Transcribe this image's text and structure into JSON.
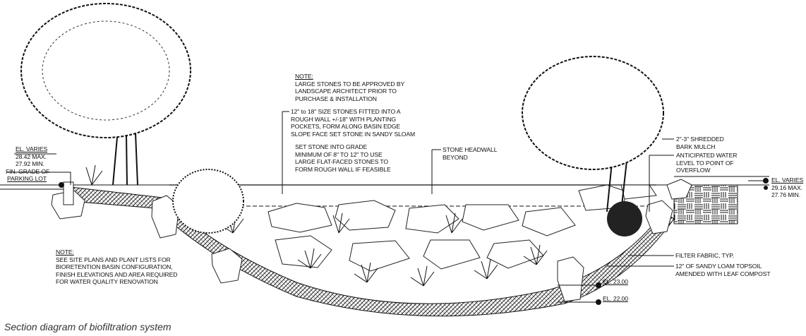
{
  "left_elevation": {
    "el": "EL. VARIES",
    "max": "28.42 MAX.",
    "min": "27.92 MIN.",
    "grade_1": "FIN. GRADE OF",
    "grade_2": "PARKING LOT"
  },
  "note_top": {
    "title": "NOTE:",
    "lines": [
      "LARGE STONES TO BE APPROVED BY",
      "LANDSCAPE ARCHITECT PRIOR TO",
      "PURCHASE & INSTALLATION"
    ]
  },
  "stones_note": {
    "lines": [
      "12\" to 18\" SIZE STONES FITTED INTO A",
      "ROUGH WALL +/-18\" WITH PLANTING",
      "POCKETS, FORM ALONG BASIN EDGE",
      "SLOPE FACE SET STONE IN SANDY SLOAM"
    ]
  },
  "grade_note": {
    "lines": [
      "SET STONE INTO GRADE",
      "MINIMUM OF 8\" TO 12\" TO USE",
      "LARGE FLAT-FACED STONES TO",
      "FORM ROUGH WALL IF FEASIBLE"
    ]
  },
  "headwall": {
    "lines": [
      "STONE HEADWALL",
      "BEYOND"
    ]
  },
  "mulch": {
    "lines": [
      "2\"-3\" SHREDDED",
      "BARK MULCH"
    ]
  },
  "water_level": {
    "lines": [
      "ANTICIPATED WATER",
      "LEVEL TO POINT OF",
      "OVERFLOW"
    ]
  },
  "right_elevation": {
    "el": "EL. VARIES",
    "max": "29.16 MAX.",
    "min": "27.76 MIN."
  },
  "note_bottom": {
    "title": "NOTE:",
    "lines": [
      "SEE SITE PLANS AND PLANT LISTS FOR",
      "BIORETENTION BASIN CONFIGURATION,",
      "FINISH ELEVATIONS AND AREA REQUIRED",
      "FOR WATER QUALITY RENOVATION"
    ]
  },
  "filter": "FILTER FABRIC, TYP.",
  "topsoil": {
    "lines": [
      "12\" OF SANDY LOAM TOPSOIL",
      "AMENDED WITH LEAF COMPOST"
    ]
  },
  "el_23": "EL. 23.00",
  "el_22": "EL. 22.00",
  "caption": "Section diagram of biofiltration system"
}
